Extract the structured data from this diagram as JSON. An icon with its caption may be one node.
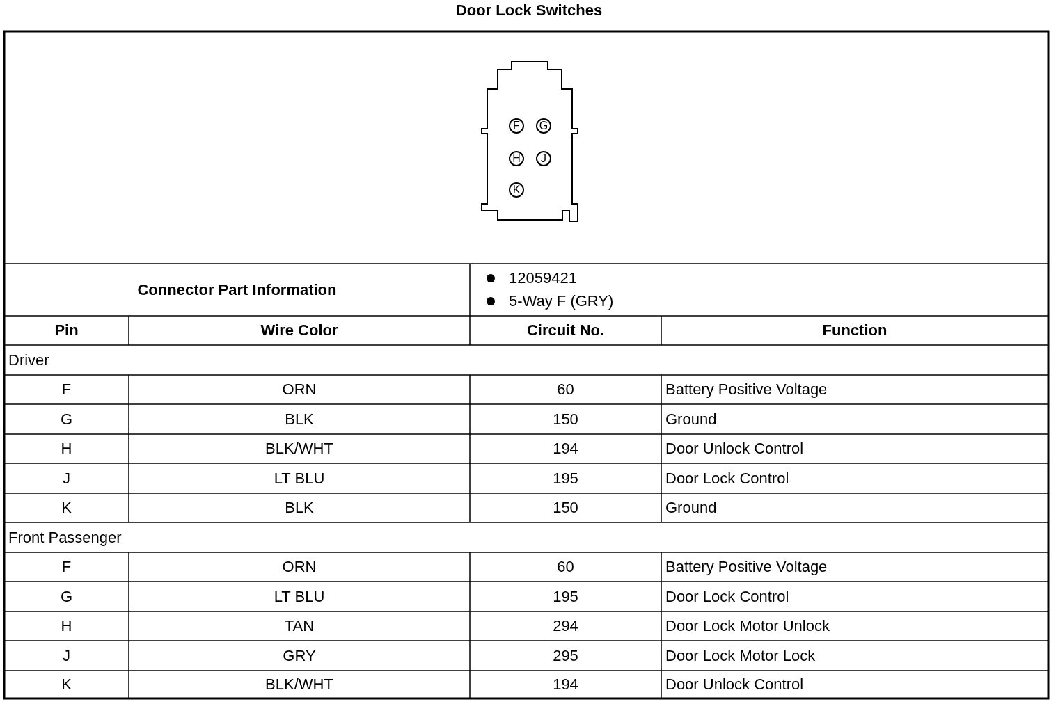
{
  "diagram": {
    "title": "Door Lock Switches",
    "nodes": [
      {
        "text": [
          "F"
        ]
      },
      {
        "text": [
          "G"
        ]
      },
      {
        "text": [
          "H"
        ]
      },
      {
        "text": [
          "J"
        ]
      },
      {
        "text": [
          "K"
        ]
      }
    ],
    "labels": [
      "Connector Part Information",
      "12059421",
      "5-Way F (GRY)",
      "Pin",
      "Wire Color",
      "Circuit No.",
      "Function",
      "Driver",
      "F",
      "ORN",
      "60",
      "Battery Positive Voltage",
      "G",
      "BLK",
      "150",
      "Ground",
      "H",
      "BLK/WHT",
      "194",
      "Door Unlock Control",
      "J",
      "LT BLU",
      "195",
      "Door Lock Control",
      "K",
      "BLK",
      "150",
      "Ground",
      "Front Passenger",
      "F",
      "ORN",
      "60",
      "Battery Positive Voltage",
      "G",
      "LT BLU",
      "195",
      "Door Lock Control",
      "H",
      "TAN",
      "294",
      "Door Lock Motor Unlock",
      "J",
      "GRY",
      "295",
      "Door Lock Motor Lock",
      "K",
      "BLK/WHT",
      "194",
      "Door Unlock Control"
    ]
  }
}
